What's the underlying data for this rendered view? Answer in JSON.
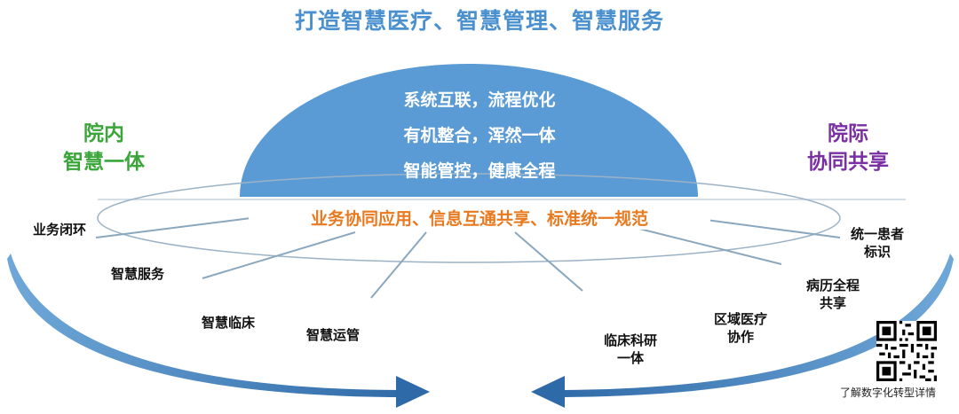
{
  "title": "打造智慧医疗、智慧管理、智慧服务",
  "dome": {
    "lines": [
      "系统互联，流程优化",
      "有机整合，浑然一体",
      "智能管控，健康全程"
    ]
  },
  "left_header": {
    "line1": "院内",
    "line2": "智慧一体"
  },
  "right_header": {
    "line1": "院际",
    "line2": "协同共享"
  },
  "band_text": "业务协同应用、信息互通共享、标准统一规范",
  "left_nodes": [
    "业务闭环",
    "智慧服务",
    "智慧临床",
    "智慧运管"
  ],
  "right_nodes": [
    {
      "line1": "临床科研",
      "line2": "一体"
    },
    {
      "line1": "区域医疗",
      "line2": "协作"
    },
    {
      "line1": "病历全程",
      "line2": "共享"
    },
    {
      "line1": "统一患者",
      "line2": "标识"
    }
  ],
  "qr_caption": "了解数字化转型详情",
  "colors": {
    "title": "#4a90cf",
    "dome": "#5b9bd5",
    "band_text": "#e8791f",
    "left_header": "#3aa63a",
    "right_header": "#7a2fa2",
    "spokes": "#8aa7be",
    "arrows": "#3a6ea5"
  }
}
